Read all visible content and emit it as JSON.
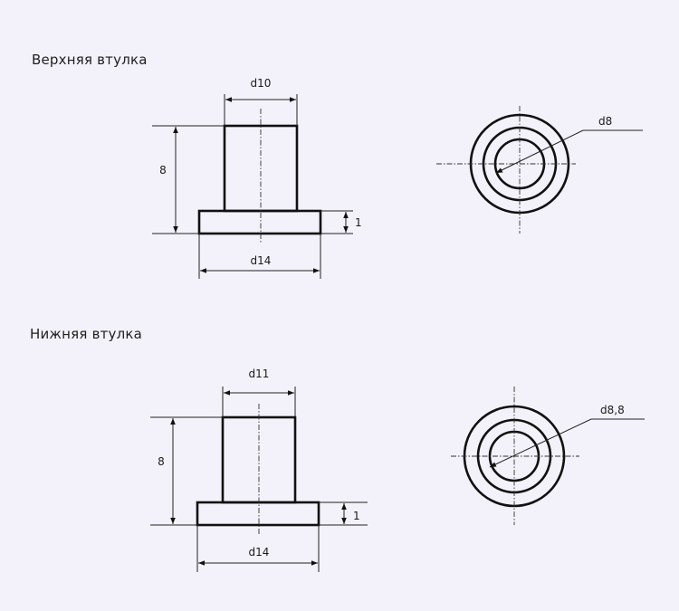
{
  "sections": {
    "upper": {
      "title": "Верхняя втулка",
      "dims": {
        "top_diameter": "d10",
        "height": "8",
        "flange_height": "1",
        "base_diameter": "d14",
        "bore_diameter": "d8"
      }
    },
    "lower": {
      "title": "Нижняя втулка",
      "dims": {
        "top_diameter": "d11",
        "height": "8",
        "flange_height": "1",
        "base_diameter": "d14",
        "bore_diameter": "d8,8"
      }
    }
  },
  "colors": {
    "paper": "#f3f2fa",
    "ink": "#111111"
  }
}
